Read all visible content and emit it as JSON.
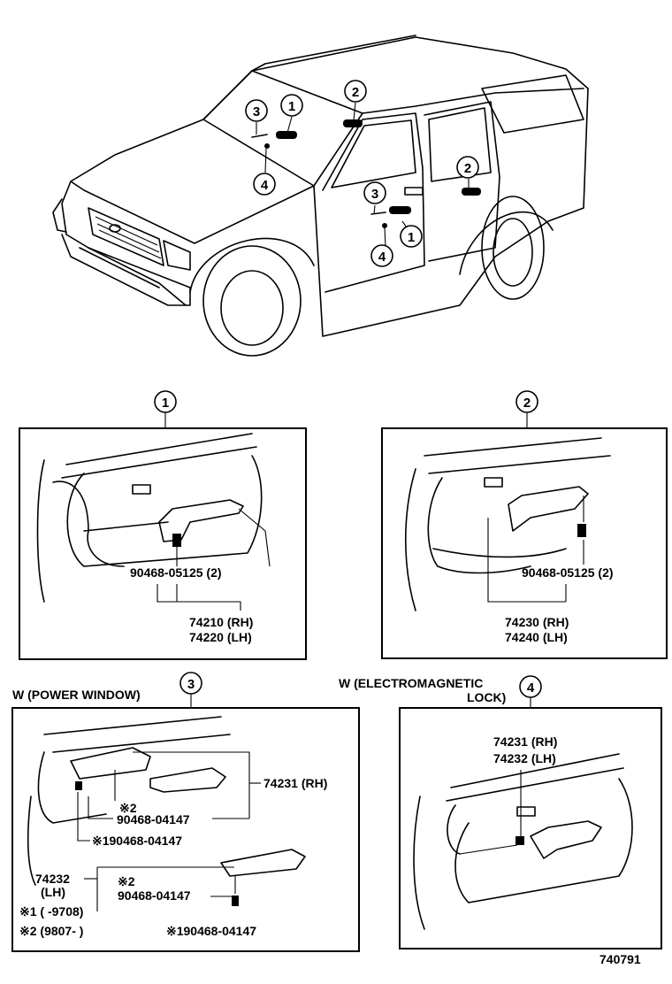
{
  "callouts": [
    "1",
    "2",
    "3",
    "4"
  ],
  "panel1": {
    "marker": "1",
    "screw": "90468-05125 (2)",
    "part_rh": "74210 (RH)",
    "part_lh": "74220 (LH)"
  },
  "panel2": {
    "marker": "2",
    "screw": "90468-05125 (2)",
    "part_rh": "74230 (RH)",
    "part_lh": "74240 (LH)"
  },
  "panel3": {
    "marker": "3",
    "title": "W (POWER  WINDOW)",
    "part_rh": "74231 (RH)",
    "note2_a": "※2",
    "screw_a": "90468-04147",
    "note1_screw": "※190468-04147",
    "part_lh": "74232",
    "part_lh_side": "(LH)",
    "note2_b": "※2",
    "screw_b": "90468-04147",
    "footnote1": "※1 (        -9708)",
    "footnote2": "※2 (9807-        )",
    "note1_screw_b": "※190468-04147"
  },
  "panel4": {
    "marker": "4",
    "title_line1": "W (ELECTROMAGNETIC",
    "title_line2": "LOCK)",
    "part_rh": "74231 (RH)",
    "part_lh": "74232 (LH)"
  },
  "figure_id": "740791"
}
